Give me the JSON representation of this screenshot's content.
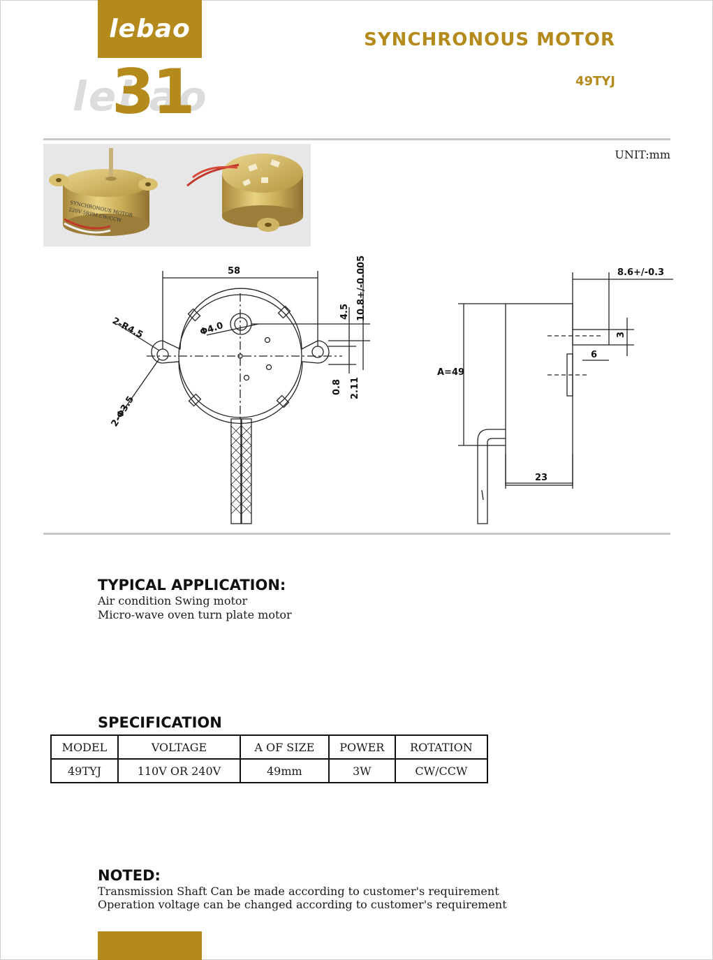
{
  "header": {
    "brand": "lebao",
    "brand_ghost": "lebao",
    "page_number": "31",
    "title": "SYNCHRONOUS MOTOR",
    "model_code": "49TYJ",
    "unit": "UNIT:mm"
  },
  "photo": {
    "left_label": "SYNCHRONOUS MOTOR",
    "left_label2": "220V 5RPM CW/CCW"
  },
  "drawing": {
    "front": {
      "width": "58",
      "hole_radius": "2-R4.5",
      "hole_diameter": "2-Φ3.5",
      "shaft_diameter": "Φ4.0",
      "dim_4_5": "4.5",
      "dim_10_8": "10.8+/-0.005",
      "dim_0_8": "0.8",
      "dim_2_11": "2.11"
    },
    "side": {
      "shaft_length": "8.6+/-0.3",
      "shaft_flat": "3",
      "flat_length": "6",
      "diameter": "A=49",
      "depth": "23"
    }
  },
  "typical_application": {
    "heading": "TYPICAL APPLICATION:",
    "lines": [
      "Air condition Swing motor",
      "Micro-wave oven turn plate motor"
    ]
  },
  "specification": {
    "heading": "SPECIFICATION",
    "columns": [
      "MODEL",
      "VOLTAGE",
      "A OF SIZE",
      "POWER",
      "ROTATION"
    ],
    "rows": [
      [
        "49TYJ",
        "110V OR 240V",
        "49mm",
        "3W",
        "CW/CCW"
      ]
    ]
  },
  "noted": {
    "heading": "NOTED:",
    "lines": [
      "Transmission Shaft Can be made according to customer's requirement",
      "Operation voltage can be changed according to customer's requirement"
    ]
  },
  "colors": {
    "accent": "#b48a1c",
    "rule": "#c8c8c8"
  }
}
